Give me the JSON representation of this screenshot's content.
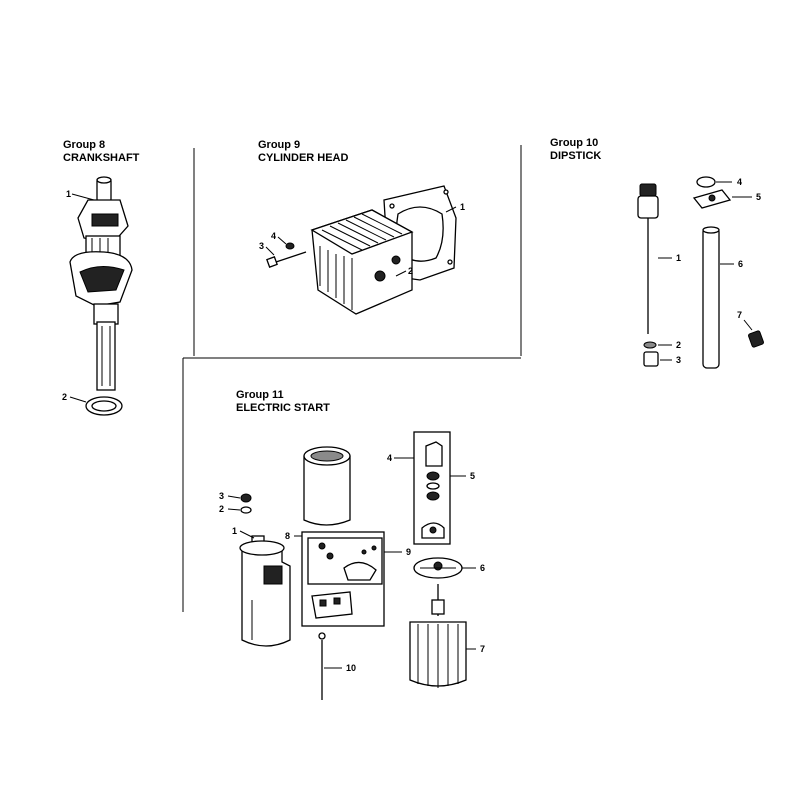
{
  "groups": [
    {
      "number": "Group 8",
      "name": "CRANKSHAFT",
      "callouts": [
        "1",
        "2"
      ]
    },
    {
      "number": "Group 9",
      "name": "CYLINDER HEAD",
      "callouts": [
        "1",
        "2",
        "3",
        "4"
      ]
    },
    {
      "number": "Group 10",
      "name": "DIPSTICK",
      "callouts": [
        "1",
        "2",
        "3",
        "4",
        "5",
        "6",
        "7"
      ]
    },
    {
      "number": "Group 11",
      "name": "ELECTRIC START",
      "callouts": [
        "1",
        "2",
        "3",
        "4",
        "5",
        "6",
        "7",
        "8",
        "9",
        "10"
      ]
    }
  ]
}
